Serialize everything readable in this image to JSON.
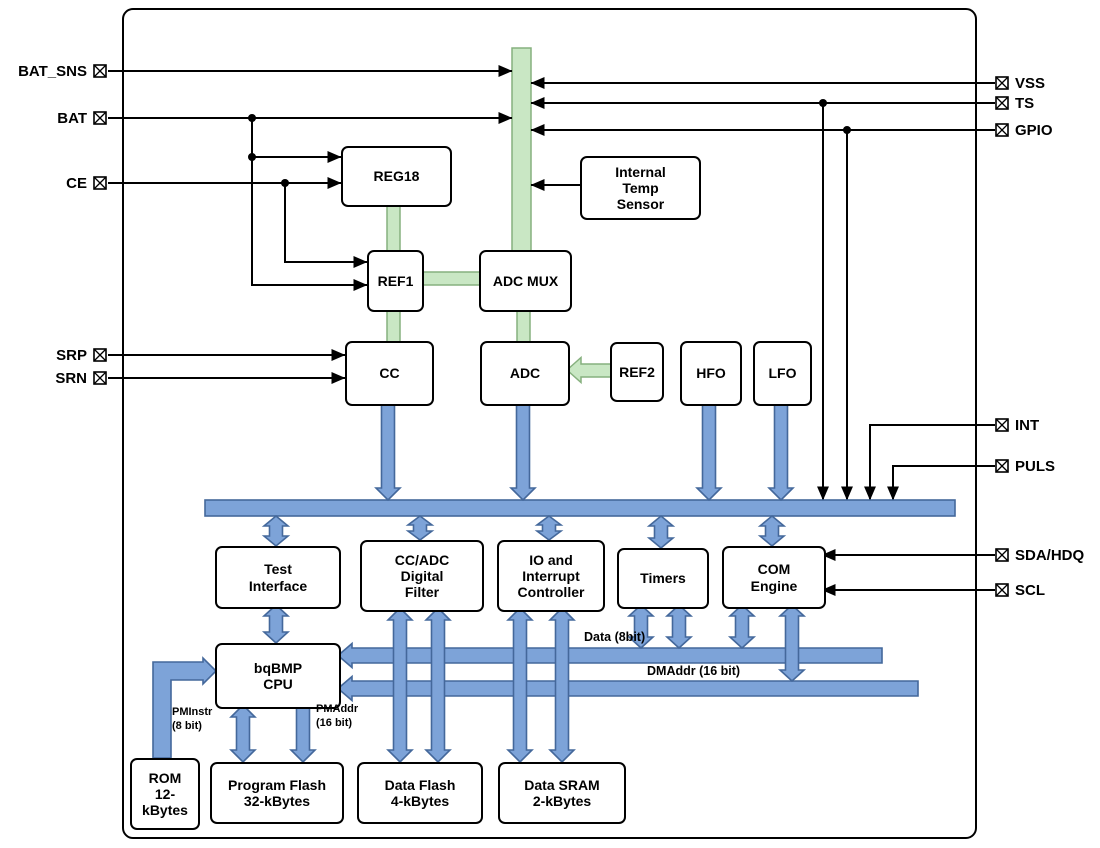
{
  "pins": {
    "left": [
      {
        "label": "BAT_SNS"
      },
      {
        "label": "BAT"
      },
      {
        "label": "CE"
      },
      {
        "label": "SRP"
      },
      {
        "label": "SRN"
      }
    ],
    "right": [
      {
        "label": "VSS"
      },
      {
        "label": "TS"
      },
      {
        "label": "GPIO"
      },
      {
        "label": "INT"
      },
      {
        "label": "PULS"
      },
      {
        "label": "SDA/HDQ"
      },
      {
        "label": "SCL"
      }
    ]
  },
  "blocks": {
    "reg18": {
      "label": "REG18"
    },
    "temp_sensor": {
      "label": "Internal\nTemp\nSensor"
    },
    "ref1": {
      "label": "REF1"
    },
    "adc_mux": {
      "label": "ADC MUX"
    },
    "cc": {
      "label": "CC"
    },
    "adc": {
      "label": "ADC"
    },
    "ref2": {
      "label": "REF2"
    },
    "hfo": {
      "label": "HFO"
    },
    "lfo": {
      "label": "LFO"
    },
    "test_interface": {
      "label": "Test\nInterface"
    },
    "cc_adc_filter": {
      "label": "CC/ADC\nDigital\nFilter"
    },
    "io_int_ctrl": {
      "label": "IO and\nInterrupt\nController"
    },
    "timers": {
      "label": "Timers"
    },
    "com_engine": {
      "label": "COM\nEngine"
    },
    "cpu": {
      "label": "bqBMP\nCPU"
    },
    "rom": {
      "label": "ROM\n12-\nkBytes"
    },
    "program_flash": {
      "label": "Program Flash\n32-kBytes"
    },
    "data_flash": {
      "label": "Data Flash\n4-kBytes"
    },
    "data_sram": {
      "label": "Data SRAM\n2-kBytes"
    }
  },
  "bus_labels": {
    "data": "Data (8bit)",
    "dmaddr": "DMAddr (16 bit)",
    "pminstr": "PMInstr\n(8 bit)",
    "pmaddr": "PMAddr\n(16 bit)"
  },
  "colors": {
    "bus_blue": "#7da3d8",
    "bus_blue_border": "#44689b",
    "analog_green": "#c9e7c4",
    "analog_green_border": "#86b07e",
    "wire_black": "#000000",
    "block_bg": "#ffffff"
  }
}
